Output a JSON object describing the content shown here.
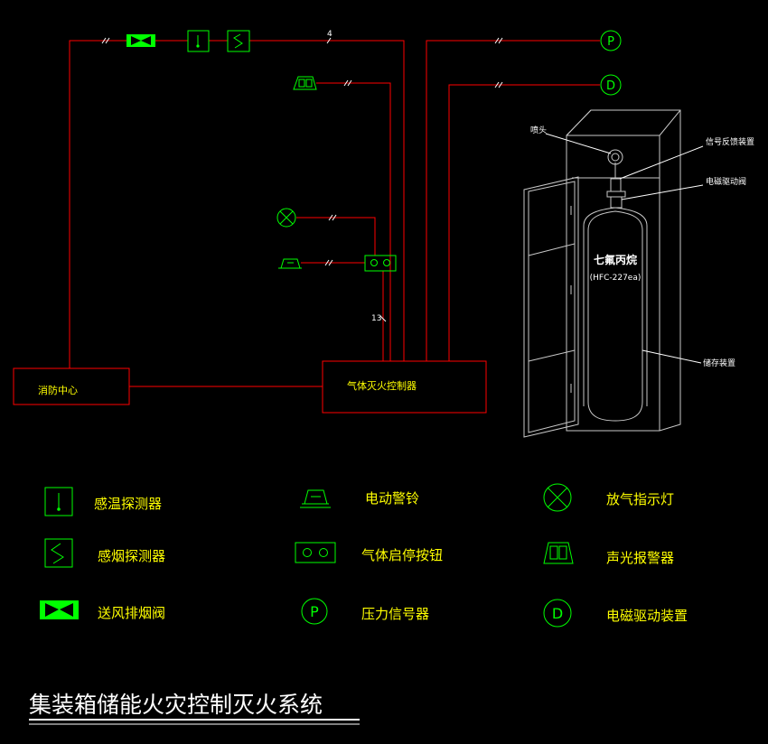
{
  "labels": {
    "fire_center": "消防中心",
    "gas_controller": "气体灭火控制器",
    "nozzle": "喷头",
    "signal_feedback": "信号反馈装置",
    "solenoid_valve": "电磁驱动阀",
    "storage": "储存装置",
    "cylinder_line1": "七氟丙烷",
    "cylinder_line2": "(HFC-227ea)",
    "wire_count_top": "4",
    "wire_count_mid": "13"
  },
  "legend": [
    {
      "icon": "heat-detector-icon",
      "label": "感温探测器"
    },
    {
      "icon": "smoke-detector-icon",
      "label": "感烟探测器"
    },
    {
      "icon": "smoke-exhaust-valve-icon",
      "label": "送风排烟阀"
    },
    {
      "icon": "electric-bell-icon",
      "label": "电动警铃"
    },
    {
      "icon": "start-stop-button-icon",
      "label": "气体启停按钮"
    },
    {
      "icon": "pressure-signal-icon",
      "label": "压力信号器"
    },
    {
      "icon": "release-indicator-icon",
      "label": "放气指示灯"
    },
    {
      "icon": "sound-light-alarm-icon",
      "label": "声光报警器"
    },
    {
      "icon": "solenoid-drive-icon",
      "label": "电磁驱动装置"
    }
  ],
  "symbols": {
    "pressure": "P",
    "drive": "D"
  },
  "title": "集装箱储能火灾控制灭火系统",
  "colors": {
    "wire": "#ff0000",
    "symbol": "#00ff00",
    "text": "#ffff00",
    "outline": "#ffffff",
    "background": "#000000"
  }
}
